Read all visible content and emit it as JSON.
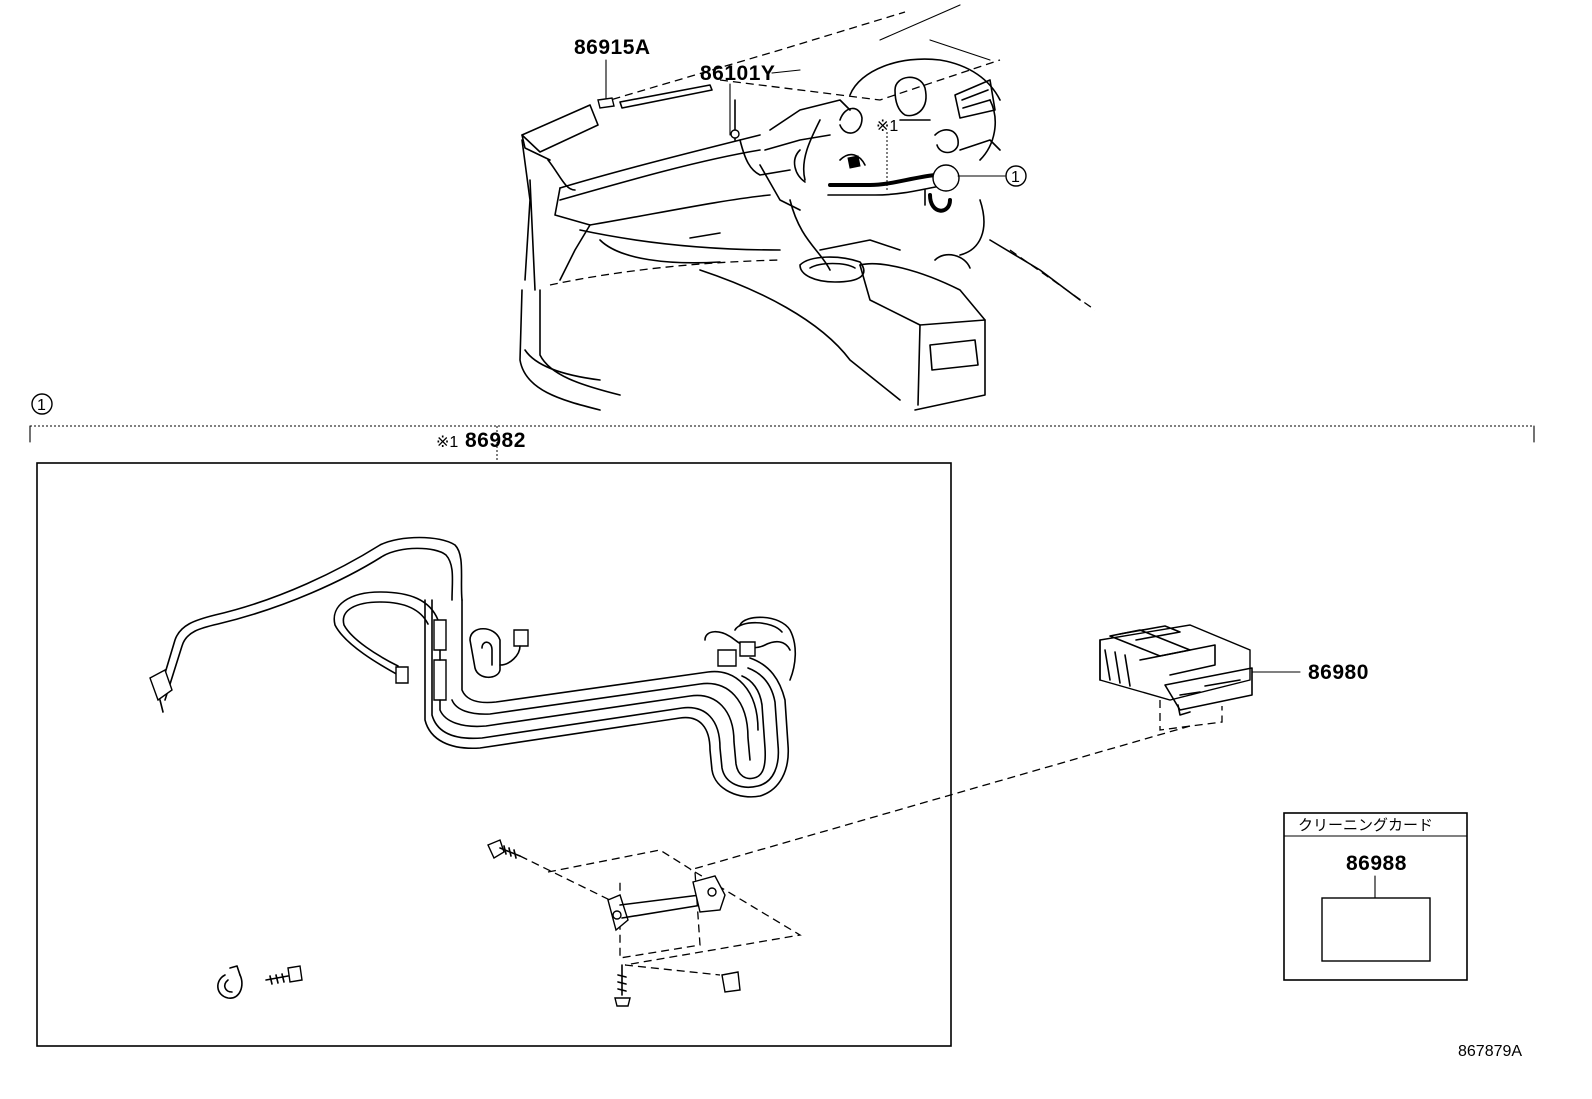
{
  "labels": {
    "part_86915A": "86915A",
    "part_86101Y": "86101Y",
    "ref_note_top": "※1",
    "callout_num": "1",
    "group_num": "1",
    "part_86982_prefix": "※1",
    "part_86982": "86982",
    "part_86980": "86980",
    "cleaning_card_title": "クリーニングカード",
    "part_86988": "86988",
    "diagram_id": "867879A"
  }
}
